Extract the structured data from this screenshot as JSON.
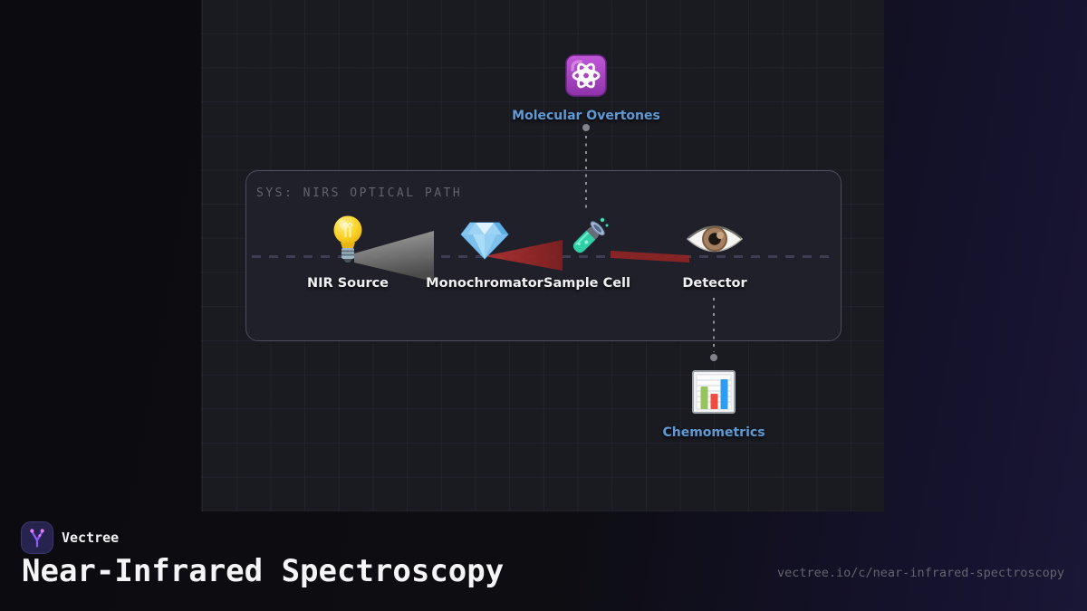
{
  "brand": {
    "name": "Vectree",
    "url": "vectree.io/c/near-infrared-spectroscopy"
  },
  "title": "Near-Infrared Spectroscopy",
  "diagram": {
    "panel_title": "SYS: NIRS OPTICAL PATH",
    "stations": [
      {
        "label": "NIR Source",
        "icon": "light-bulb-icon"
      },
      {
        "label": "Monochromator",
        "icon": "gem-icon"
      },
      {
        "label": "Sample Cell",
        "icon": "test-tube-icon"
      },
      {
        "label": "Detector",
        "icon": "eye-icon"
      }
    ],
    "annotations": [
      {
        "label": "Molecular Overtones",
        "icon": "atom-icon",
        "position": "above",
        "connects_to": "Sample Cell"
      },
      {
        "label": "Chemometrics",
        "icon": "bar-chart-icon",
        "position": "below",
        "connects_to": "Detector"
      }
    ],
    "colors": {
      "annotation_label": "#5e9bd6",
      "station_label": "#f0f0f2",
      "panel_title": "#63636e",
      "beam_gray": "#9a9a9a",
      "beam_red": "#a62c2c",
      "accent_purple": "#8b5cf6"
    }
  }
}
